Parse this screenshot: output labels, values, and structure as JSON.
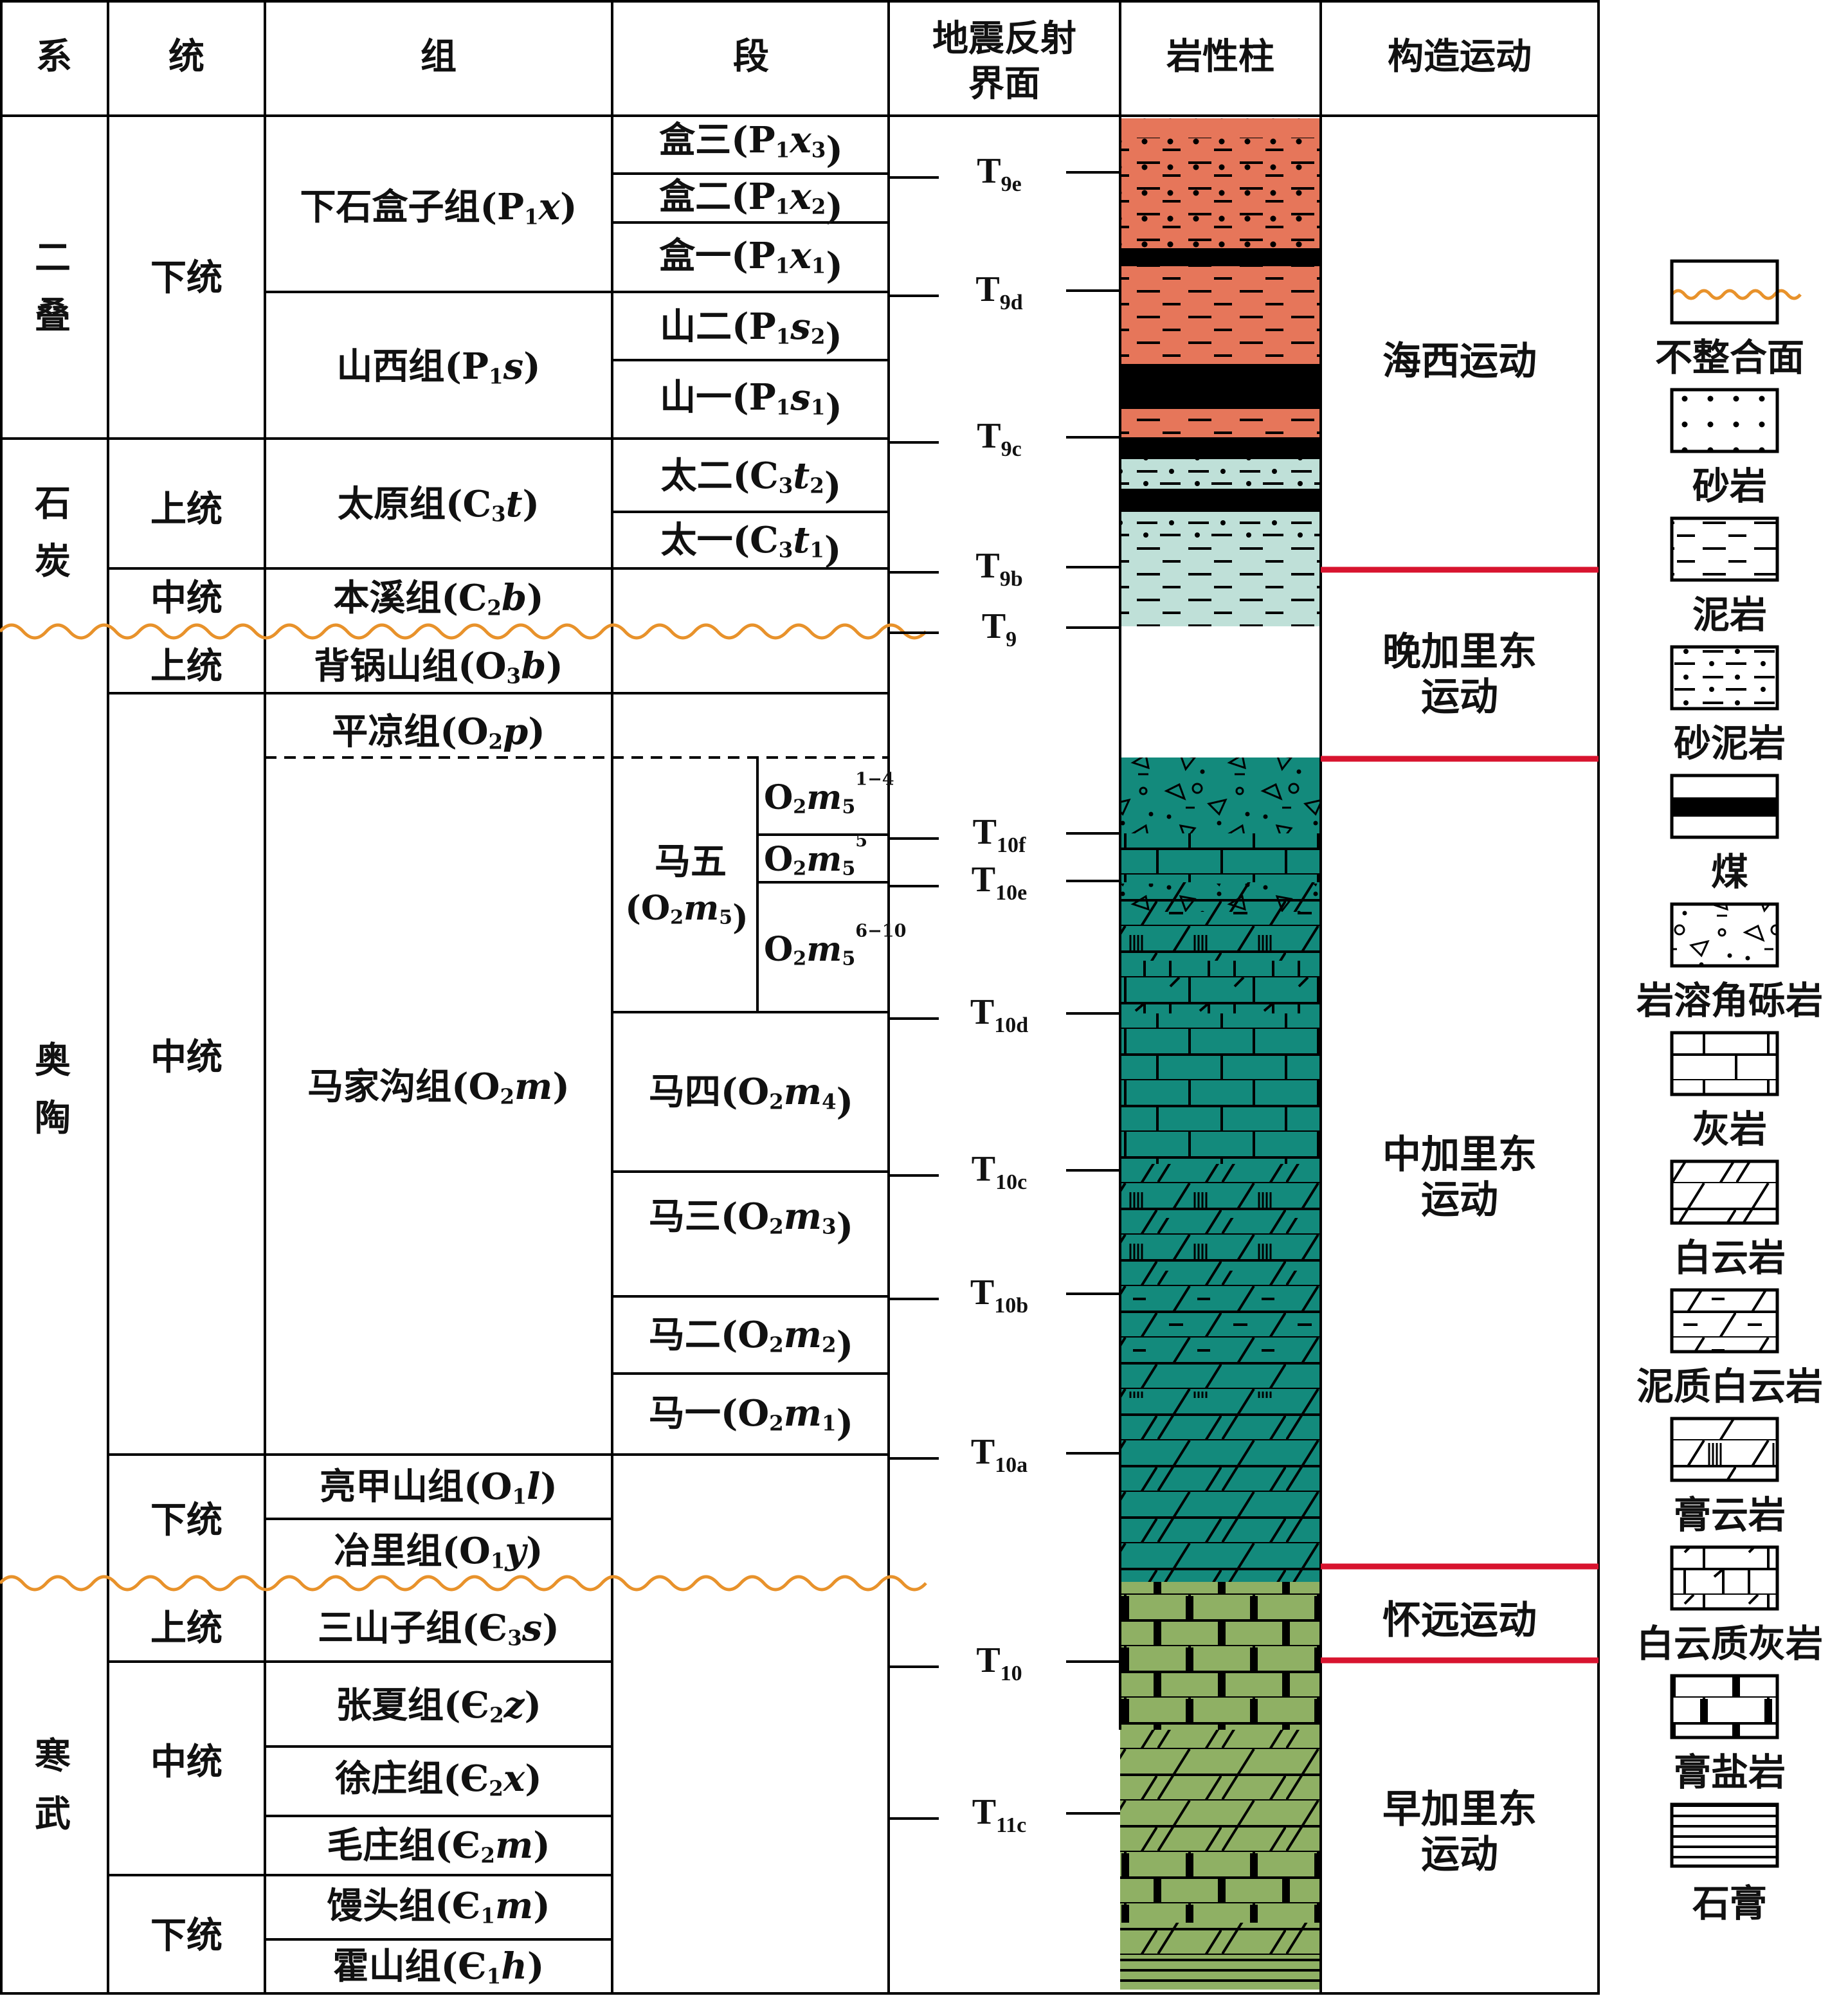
{
  "header": {
    "system": "系",
    "series": "统",
    "formation": "组",
    "member": "段",
    "reflection_line1": "地震反射",
    "reflection_line2": "界面",
    "lithology": "岩性柱",
    "tectonic": "构造运动"
  },
  "systems": [
    {
      "name": "二叠"
    },
    {
      "name": "石炭"
    },
    {
      "name": "奥陶"
    },
    {
      "name": "寒武"
    }
  ],
  "series": [
    {
      "label": "下统"
    },
    {
      "label": "上统"
    },
    {
      "label": "中统"
    },
    {
      "label": "上统"
    },
    {
      "label": "中统"
    },
    {
      "label": "下统"
    },
    {
      "label": "上统"
    },
    {
      "label": "中统"
    },
    {
      "label": "下统"
    }
  ],
  "formations": [
    {
      "name": "下石盒子组",
      "code": "P1x"
    },
    {
      "name": "山西组",
      "code": "P1s"
    },
    {
      "name": "太原组",
      "code": "C3t"
    },
    {
      "name": "本溪组",
      "code": "C2b"
    },
    {
      "name": "背锅山组",
      "code": "O3b"
    },
    {
      "name": "平凉组",
      "code": "O2p"
    },
    {
      "name": "马家沟组",
      "code": "O2m"
    },
    {
      "name": "亮甲山组",
      "code": "O1l"
    },
    {
      "name": "冶里组",
      "code": "O1y"
    },
    {
      "name": "三山子组",
      "code": "Є3s"
    },
    {
      "name": "张夏组",
      "code": "Є2z"
    },
    {
      "name": "徐庄组",
      "code": "Є2x"
    },
    {
      "name": "毛庄组",
      "code": "Є2m"
    },
    {
      "name": "馒头组",
      "code": "Є1m"
    },
    {
      "name": "霍山组",
      "code": "Є1h"
    }
  ],
  "members": [
    {
      "name": "盒三",
      "code": "P1x3"
    },
    {
      "name": "盒二",
      "code": "P1x2"
    },
    {
      "name": "盒一",
      "code": "P1x1"
    },
    {
      "name": "山二",
      "code": "P1s2"
    },
    {
      "name": "山一",
      "code": "P1s1"
    },
    {
      "name": "太二",
      "code": "C3t2"
    },
    {
      "name": "太一",
      "code": "C3t1"
    },
    {
      "name": "马五",
      "code": "O2m5"
    },
    {
      "name": "马四",
      "code": "O2m4"
    },
    {
      "name": "马三",
      "code": "O2m3"
    },
    {
      "name": "马二",
      "code": "O2m2"
    },
    {
      "name": "马一",
      "code": "O2m1"
    }
  ],
  "sub_members": [
    {
      "code": "O2m5",
      "sup": "1−4"
    },
    {
      "code": "O2m5",
      "sup": "5"
    },
    {
      "code": "O2m5",
      "sup": "6−10"
    }
  ],
  "reflectors": [
    {
      "name": "T9e"
    },
    {
      "name": "T9d"
    },
    {
      "name": "T9c"
    },
    {
      "name": "T9b"
    },
    {
      "name": "T9"
    },
    {
      "name": "T10f"
    },
    {
      "name": "T10e"
    },
    {
      "name": "T10d"
    },
    {
      "name": "T10c"
    },
    {
      "name": "T10b"
    },
    {
      "name": "T10a"
    },
    {
      "name": "T10"
    },
    {
      "name": "T11c"
    }
  ],
  "tectonic_events": [
    {
      "name": "海西运动"
    },
    {
      "name": "晚加里东运动"
    },
    {
      "name": "中加里东运动"
    },
    {
      "name": "怀远运动"
    },
    {
      "name": "早加里东运动"
    }
  ],
  "legend": [
    {
      "label": "不整合面",
      "pattern": "unconformity"
    },
    {
      "label": "砂岩",
      "pattern": "sandstone"
    },
    {
      "label": "泥岩",
      "pattern": "mudstone"
    },
    {
      "label": "砂泥岩",
      "pattern": "sandy-mudstone"
    },
    {
      "label": "煤",
      "pattern": "coal"
    },
    {
      "label": "岩溶角砾岩",
      "pattern": "karst-breccia"
    },
    {
      "label": "灰岩",
      "pattern": "limestone"
    },
    {
      "label": "白云岩",
      "pattern": "dolomite"
    },
    {
      "label": "泥质白云岩",
      "pattern": "argillaceous-dolomite"
    },
    {
      "label": "膏云岩",
      "pattern": "gypsum-dolomite"
    },
    {
      "label": "白云质灰岩",
      "pattern": "dolomitic-limestone"
    },
    {
      "label": "膏盐岩",
      "pattern": "gypsum-salt"
    },
    {
      "label": "石膏",
      "pattern": "gypsum"
    }
  ],
  "colors": {
    "permian_orange": "#e6765a",
    "carboniferous_blue": "#bfe0d8",
    "ordovician_teal": "#138a7c",
    "cambrian_green": "#8fb064",
    "unconformity": "#e8922b",
    "tectonic_boundary": "#d8142f",
    "coal": "#000000"
  }
}
